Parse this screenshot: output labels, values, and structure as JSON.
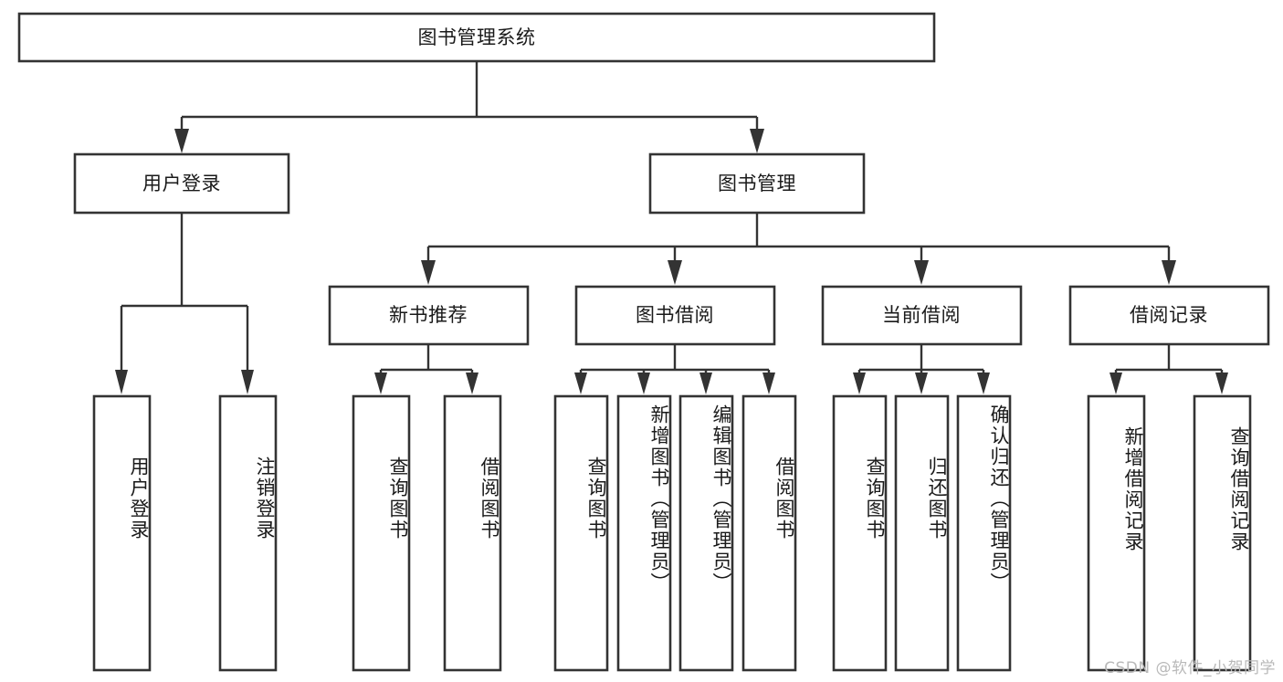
{
  "diagram": {
    "type": "tree-hierarchy",
    "title": "图书管理系统",
    "orientation": "top-down",
    "watermark": "CSDN @软件_小贺同学",
    "colors": {
      "stroke": "#333333",
      "fill": "#ffffff",
      "text": "#1a1a1a",
      "watermark": "#b9b9b9",
      "background": "#ffffff"
    },
    "root": {
      "label": "图书管理系统",
      "orientation": "horizontal"
    },
    "level2": [
      {
        "label": "用户登录",
        "orientation": "horizontal"
      },
      {
        "label": "图书管理",
        "orientation": "horizontal"
      }
    ],
    "level3": [
      {
        "label": "新书推荐",
        "orientation": "horizontal"
      },
      {
        "label": "图书借阅",
        "orientation": "horizontal"
      },
      {
        "label": "当前借阅",
        "orientation": "horizontal"
      },
      {
        "label": "借阅记录",
        "orientation": "horizontal"
      }
    ],
    "leaves": {
      "user_login": [
        {
          "label": "用户登录",
          "orientation": "vertical"
        },
        {
          "label": "注销登录",
          "orientation": "vertical"
        }
      ],
      "new_book_recommend": [
        {
          "label": "查询图书",
          "orientation": "vertical"
        },
        {
          "label": "借阅图书",
          "orientation": "vertical"
        }
      ],
      "book_borrow": [
        {
          "label": "查询图书",
          "orientation": "vertical"
        },
        {
          "label": "新增图书（管理员）",
          "orientation": "vertical"
        },
        {
          "label": "编辑图书（管理员）",
          "orientation": "vertical"
        },
        {
          "label": "借阅图书",
          "orientation": "vertical"
        }
      ],
      "current_borrow": [
        {
          "label": "查询图书",
          "orientation": "vertical"
        },
        {
          "label": "归还图书",
          "orientation": "vertical"
        },
        {
          "label": "确认归还（管理员）",
          "orientation": "vertical"
        }
      ],
      "borrow_record": [
        {
          "label": "新增借阅记录",
          "orientation": "vertical"
        },
        {
          "label": "查询借阅记录",
          "orientation": "vertical"
        }
      ]
    }
  }
}
